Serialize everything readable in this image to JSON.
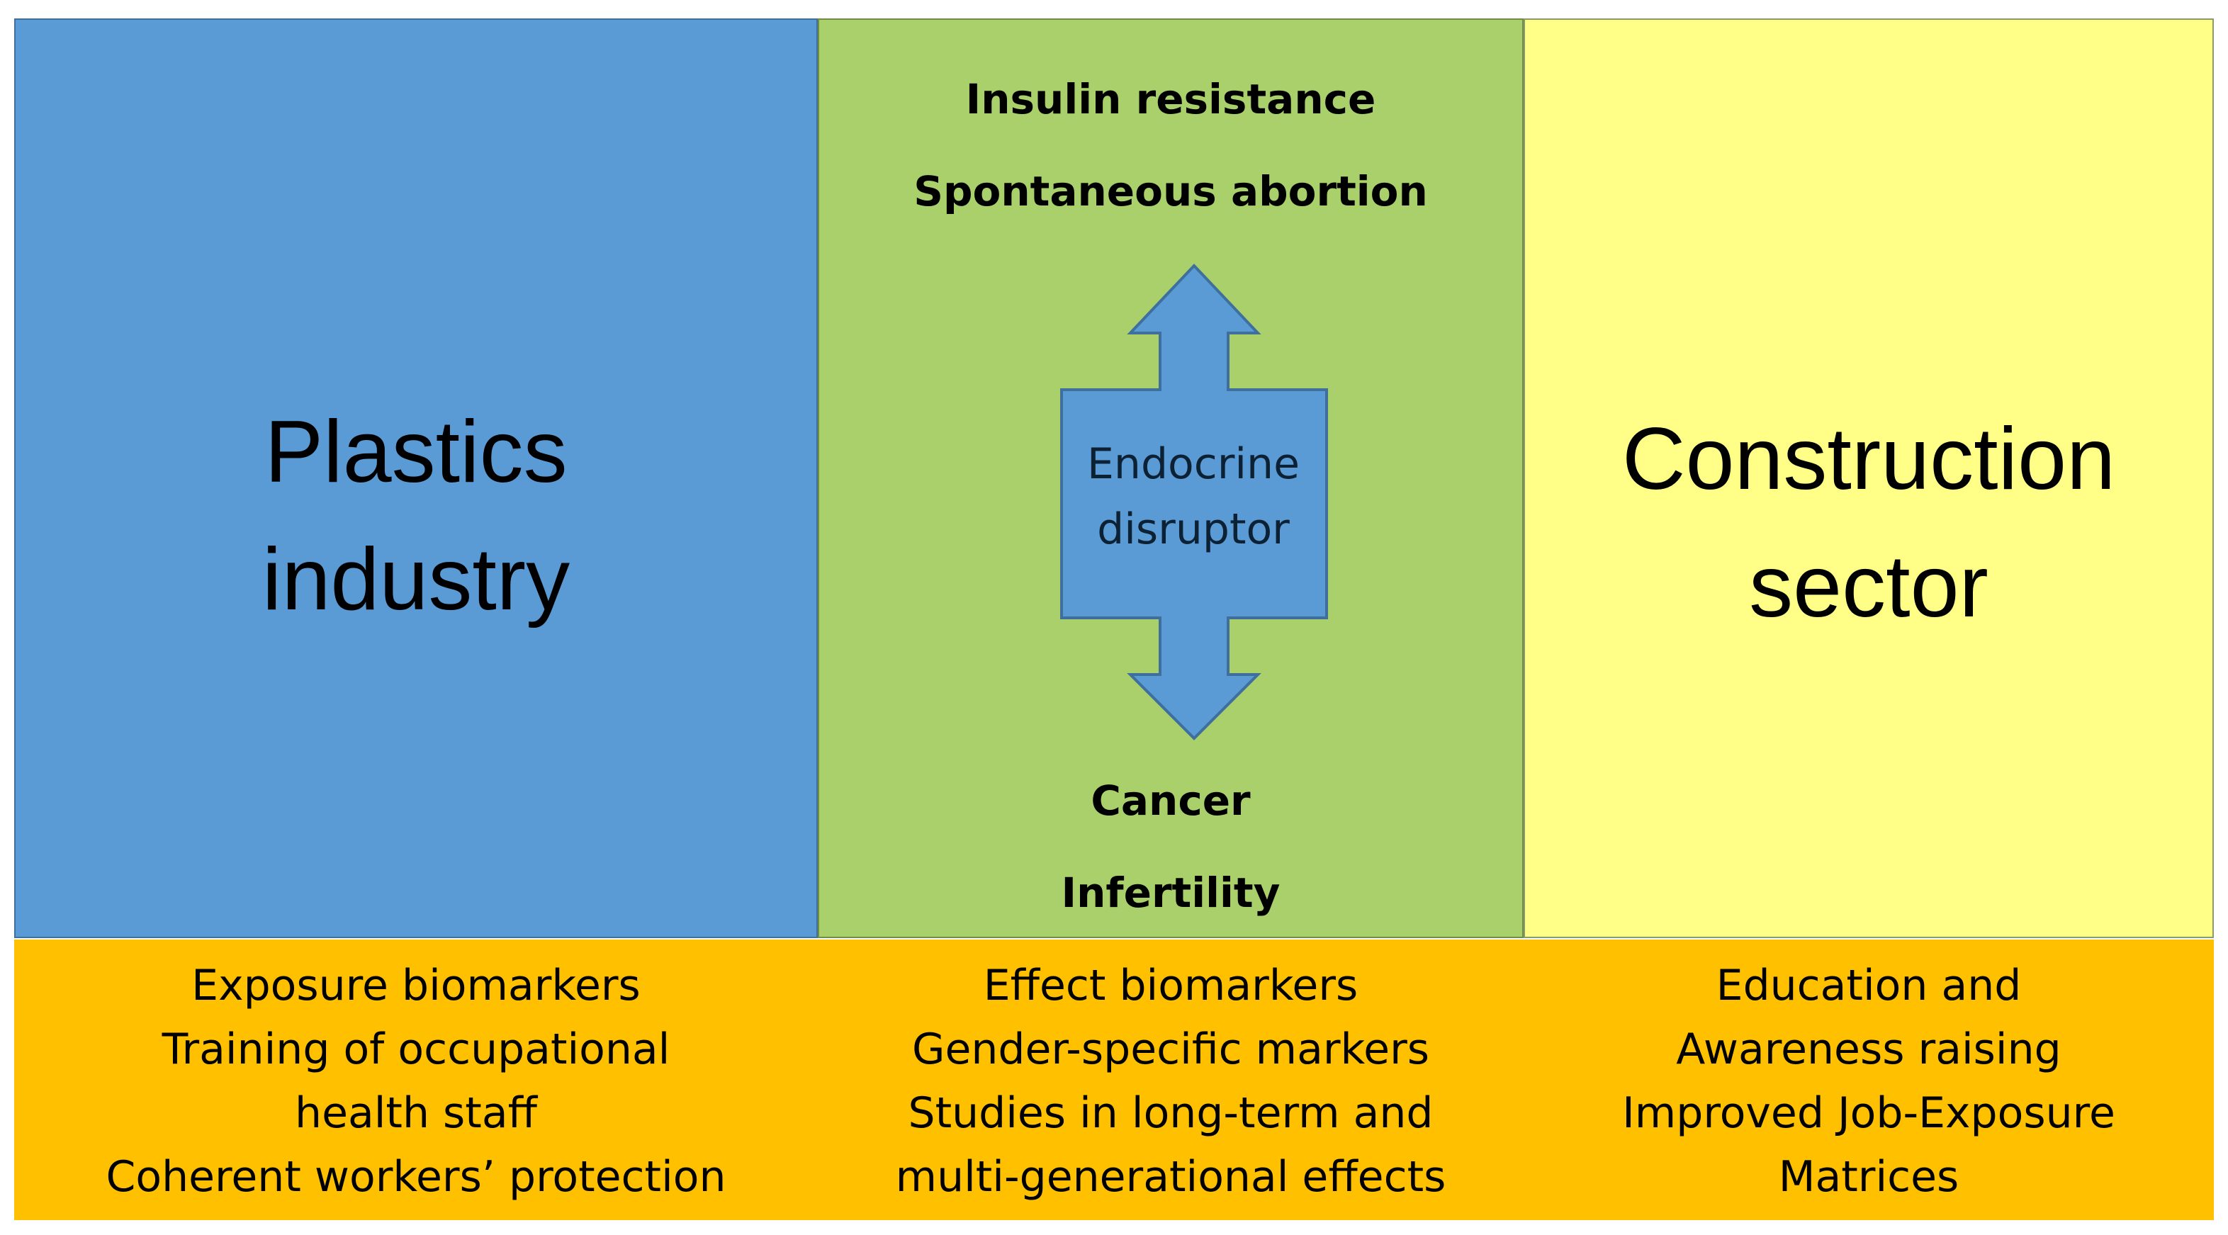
{
  "colors": {
    "plastics_panel": "#5b9bd5",
    "effects_panel": "#a9d06a",
    "construction_panel": "#ffff88",
    "recommendations_band": "#ffc000",
    "arrow_fill": "#5b9bd5",
    "arrow_stroke": "#3f6f9c"
  },
  "plastics": {
    "line1": "Plastics",
    "line2": "industry"
  },
  "construction": {
    "line1": "Construction",
    "line2": "sector"
  },
  "effects": {
    "top": [
      "Insulin resistance",
      "Spontaneous abortion"
    ],
    "bottom": [
      "Cancer",
      "Infertility"
    ],
    "center_line1": "Endocrine",
    "center_line2": "disruptor",
    "arrow_icon": "double-vertical-arrow"
  },
  "recommendations": {
    "left": [
      "Exposure biomarkers",
      "Training of occupational",
      "health staff",
      "Coherent workers’ protection"
    ],
    "middle": [
      "Effect biomarkers",
      "Gender-specific markers",
      "Studies in long-term and",
      "multi-generational effects"
    ],
    "right": [
      "Education and",
      "Awareness raising",
      "Improved Job-Exposure",
      "Matrices"
    ]
  }
}
